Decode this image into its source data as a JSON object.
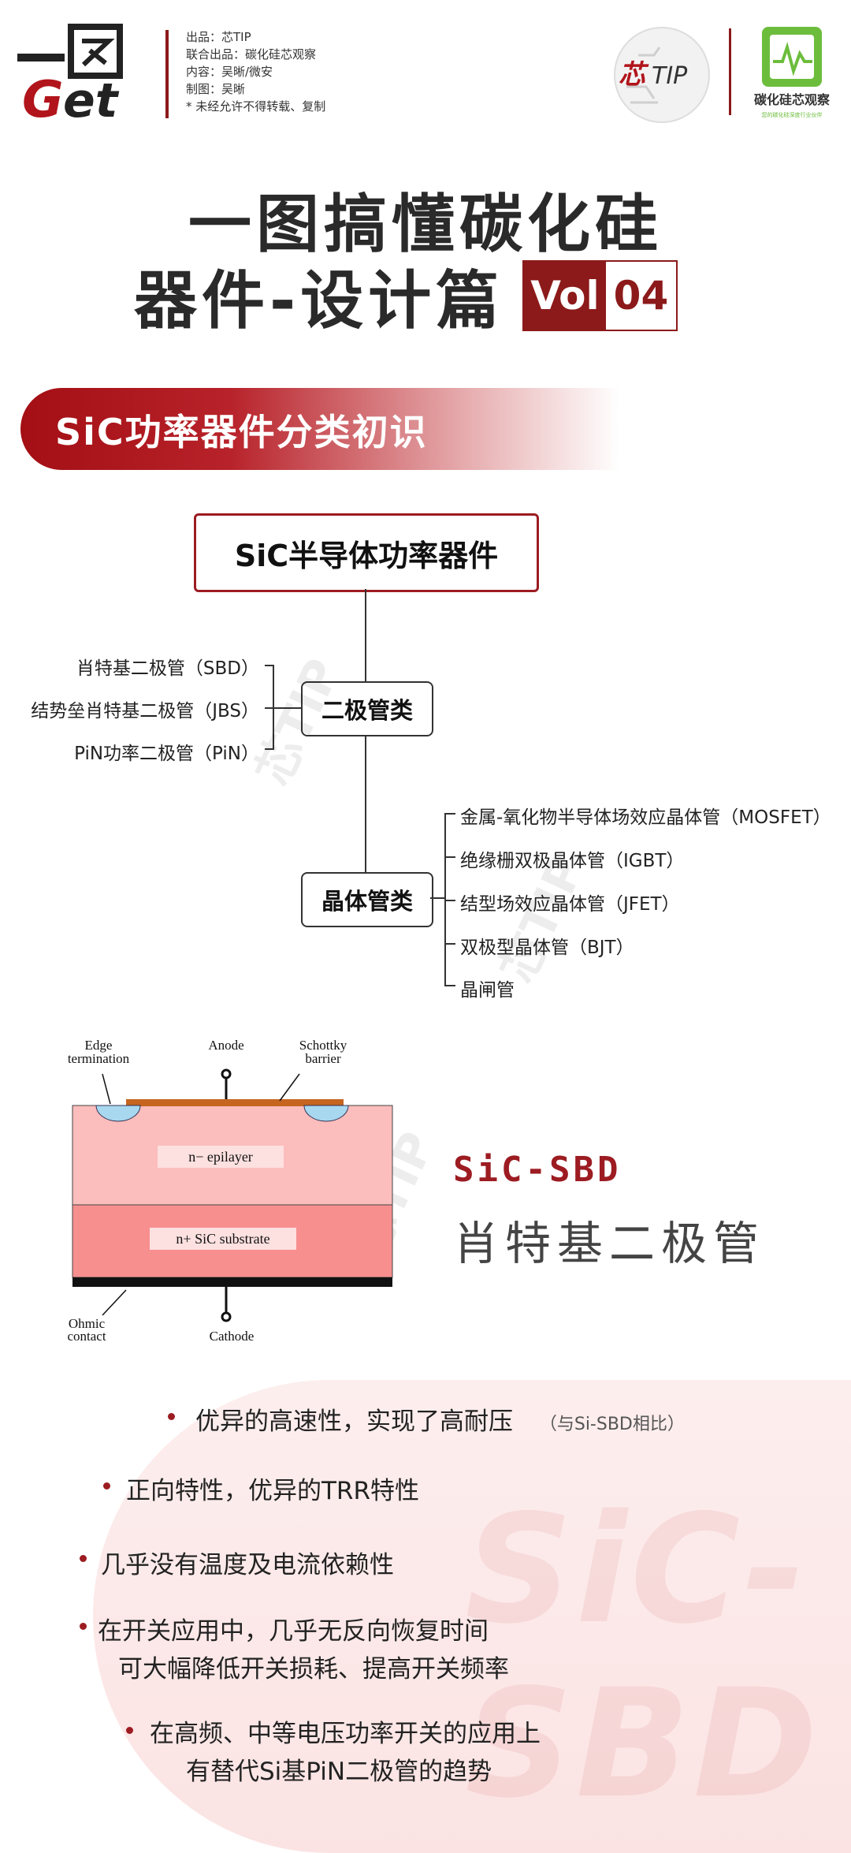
{
  "header": {
    "logo_text": "一图Get",
    "credits": [
      "出品：芯TIP",
      "联合出品：碳化硅芯观察",
      "内容：吴晰/微安",
      "制图：吴晰",
      "* 未经允许不得转载、复制"
    ],
    "brand_xin": "芯TIP",
    "brand_sic": "碳化硅芯观察",
    "brand_sic_tagline": "您的碳化硅深度行业伙伴"
  },
  "title": {
    "line1": "一图搞懂碳化硅",
    "line2": "器件-设计篇",
    "vol_label": "Vol",
    "vol_number": "04"
  },
  "section": {
    "heading": "SiC功率器件分类初识"
  },
  "tree": {
    "root": "SiC半导体功率器件",
    "diode_node": "二极管类",
    "transistor_node": "晶体管类",
    "diodes": [
      "肖特基二极管（SBD）",
      "结势垒肖特基二极管（JBS）",
      "PiN功率二极管（PiN）"
    ],
    "transistors": [
      "金属-氧化物半导体场效应晶体管（MOSFET）",
      "绝缘栅双极晶体管（IGBT）",
      "结型场效应晶体管（JFET）",
      "双极型晶体管（BJT）",
      "晶闸管"
    ]
  },
  "sbd": {
    "labels": {
      "edge": "Edge termination",
      "anode": "Anode",
      "schottky": "Schottky barrier",
      "epilayer": "n− epilayer",
      "substrate": "n+ SiC substrate",
      "ohmic": "Ohmic contact",
      "cathode": "Cathode"
    },
    "title": "SiC-SBD",
    "subtitle": "肖特基二极管"
  },
  "features": {
    "items": [
      {
        "text": "优异的高速性，实现了高耐压",
        "note": "（与Si-SBD相比）"
      },
      {
        "text": "正向特性，优异的TRR特性"
      },
      {
        "text": "几乎没有温度及电流依赖性"
      },
      {
        "text": "在开关应用中，几乎无反向恢复时间",
        "line2": "可大幅降低开关损耗、提高开关频率"
      },
      {
        "text": "在高频、中等电压功率开关的应用上",
        "line2": "有替代Si基PiN二极管的趋势"
      }
    ],
    "watermark": "SiC-SBD"
  },
  "watermark_text": "芯TIP",
  "colors": {
    "brand_red": "#9c1c22",
    "accent_red": "#a30f14"
  }
}
